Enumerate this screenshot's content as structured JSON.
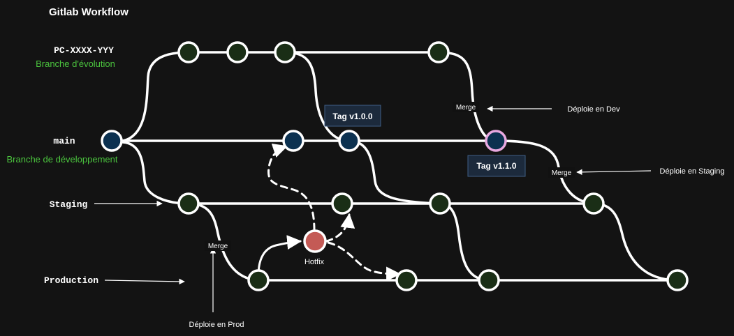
{
  "title": "Gitlab Workflow",
  "branches": {
    "feature": {
      "name": "PC-XXXX-YYY",
      "desc": "Branche d'évolution"
    },
    "main": {
      "name": "main",
      "desc": "Branche de développement"
    },
    "staging": {
      "name": "Staging"
    },
    "production": {
      "name": "Production"
    }
  },
  "tags": {
    "v100": "Tag v1.0.0",
    "v110": "Tag v1.1.0"
  },
  "merges": {
    "dev": "Merge",
    "staging": "Merge",
    "prod": "Merge"
  },
  "notes": {
    "dev": "Déploie en Dev",
    "staging": "Déploie en Staging",
    "prod": "Déploie en Prod"
  },
  "hotfix": "Hotfix",
  "colors": {
    "background": "#131313",
    "line": "#ffffff",
    "commit_dark_green": "#1a2e16",
    "commit_main_blue": "#0c3150",
    "hotfix_red": "#c45a55",
    "label_green": "#4bc43e",
    "tag_box": "#1c2a3c",
    "tag_border": "#3f5f86",
    "merge_highlight": "#e8a8e0"
  }
}
